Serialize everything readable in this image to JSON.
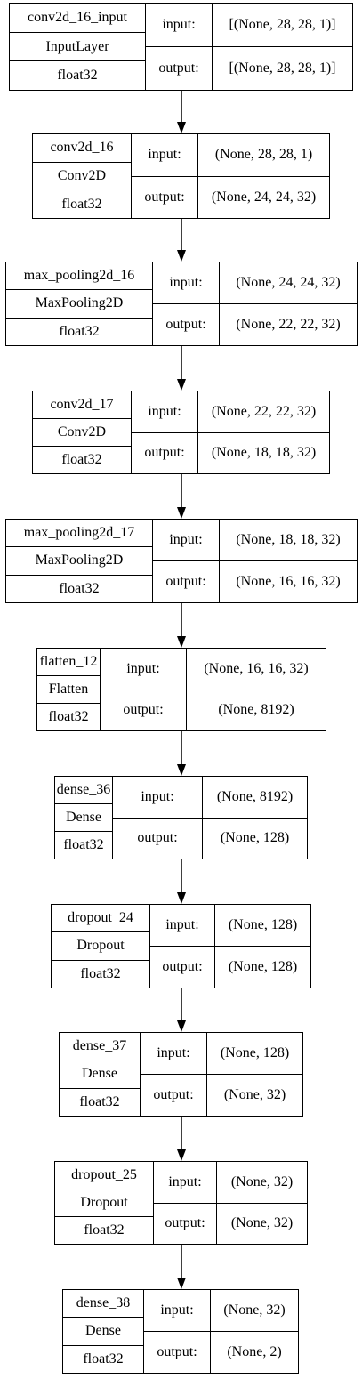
{
  "layers": [
    {
      "name": "conv2d_16_input",
      "type": "InputLayer",
      "dtype": "float32",
      "input_label": "input:",
      "output_label": "output:",
      "input": "[(None, 28, 28, 1)]",
      "output": "[(None, 28, 28, 1)]"
    },
    {
      "name": "conv2d_16",
      "type": "Conv2D",
      "dtype": "float32",
      "input_label": "input:",
      "output_label": "output:",
      "input": "(None, 28, 28, 1)",
      "output": "(None, 24, 24, 32)"
    },
    {
      "name": "max_pooling2d_16",
      "type": "MaxPooling2D",
      "dtype": "float32",
      "input_label": "input:",
      "output_label": "output:",
      "input": "(None, 24, 24, 32)",
      "output": "(None, 22, 22, 32)"
    },
    {
      "name": "conv2d_17",
      "type": "Conv2D",
      "dtype": "float32",
      "input_label": "input:",
      "output_label": "output:",
      "input": "(None, 22, 22, 32)",
      "output": "(None, 18, 18, 32)"
    },
    {
      "name": "max_pooling2d_17",
      "type": "MaxPooling2D",
      "dtype": "float32",
      "input_label": "input:",
      "output_label": "output:",
      "input": "(None, 18, 18, 32)",
      "output": "(None, 16, 16, 32)"
    },
    {
      "name": "flatten_12",
      "type": "Flatten",
      "dtype": "float32",
      "input_label": "input:",
      "output_label": "output:",
      "input": "(None, 16, 16, 32)",
      "output": "(None, 8192)"
    },
    {
      "name": "dense_36",
      "type": "Dense",
      "dtype": "float32",
      "input_label": "input:",
      "output_label": "output:",
      "input": "(None, 8192)",
      "output": "(None, 128)"
    },
    {
      "name": "dropout_24",
      "type": "Dropout",
      "dtype": "float32",
      "input_label": "input:",
      "output_label": "output:",
      "input": "(None, 128)",
      "output": "(None, 128)"
    },
    {
      "name": "dense_37",
      "type": "Dense",
      "dtype": "float32",
      "input_label": "input:",
      "output_label": "output:",
      "input": "(None, 128)",
      "output": "(None, 32)"
    },
    {
      "name": "dropout_25",
      "type": "Dropout",
      "dtype": "float32",
      "input_label": "input:",
      "output_label": "output:",
      "input": "(None, 32)",
      "output": "(None, 32)"
    },
    {
      "name": "dense_38",
      "type": "Dense",
      "dtype": "float32",
      "input_label": "input:",
      "output_label": "output:",
      "input": "(None, 32)",
      "output": "(None, 2)"
    }
  ]
}
